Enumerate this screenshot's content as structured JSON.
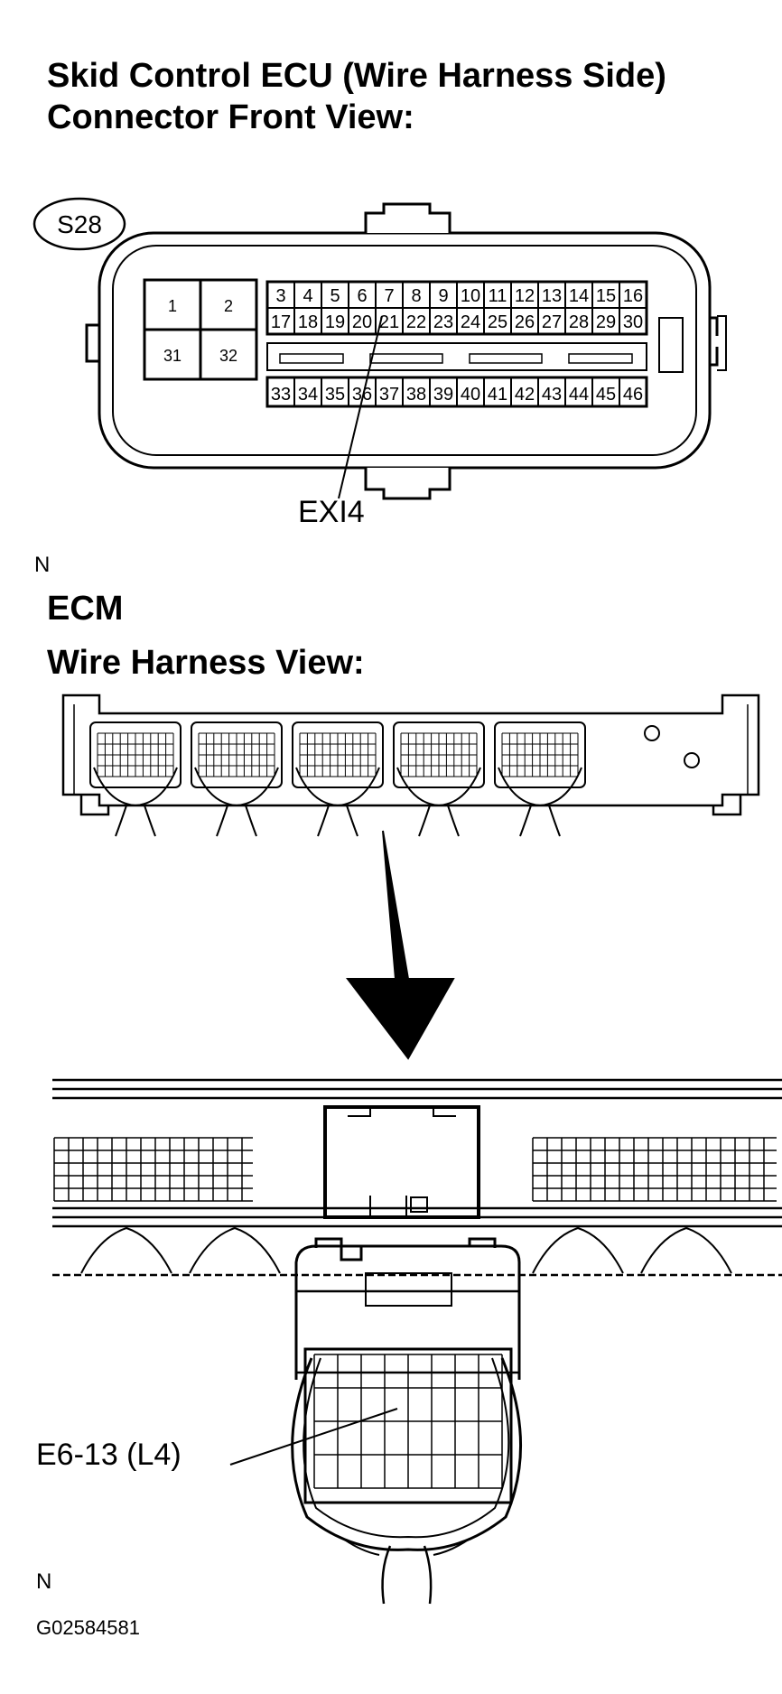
{
  "skid_connector": {
    "title_line1": "Skid Control ECU (Wire Harness Side)",
    "title_line2": "Connector Front View:",
    "code": "S28",
    "large_pins": [
      "1",
      "2",
      "31",
      "32"
    ],
    "row1": [
      "3",
      "4",
      "5",
      "6",
      "7",
      "8",
      "9",
      "10",
      "11",
      "12",
      "13",
      "14",
      "15",
      "16"
    ],
    "row2": [
      "17",
      "18",
      "19",
      "20",
      "21",
      "22",
      "23",
      "24",
      "25",
      "26",
      "27",
      "28",
      "29",
      "30"
    ],
    "row3": [
      "33",
      "34",
      "35",
      "36",
      "37",
      "38",
      "39",
      "40",
      "41",
      "42",
      "43",
      "44",
      "45",
      "46"
    ],
    "callout": "EXI4",
    "mark": "N"
  },
  "ecm": {
    "title_line1": "ECM",
    "title_line2": "Wire Harness View:",
    "callout": "E6-13 (L4)",
    "mark": "N"
  },
  "figure_id": "G02584581"
}
